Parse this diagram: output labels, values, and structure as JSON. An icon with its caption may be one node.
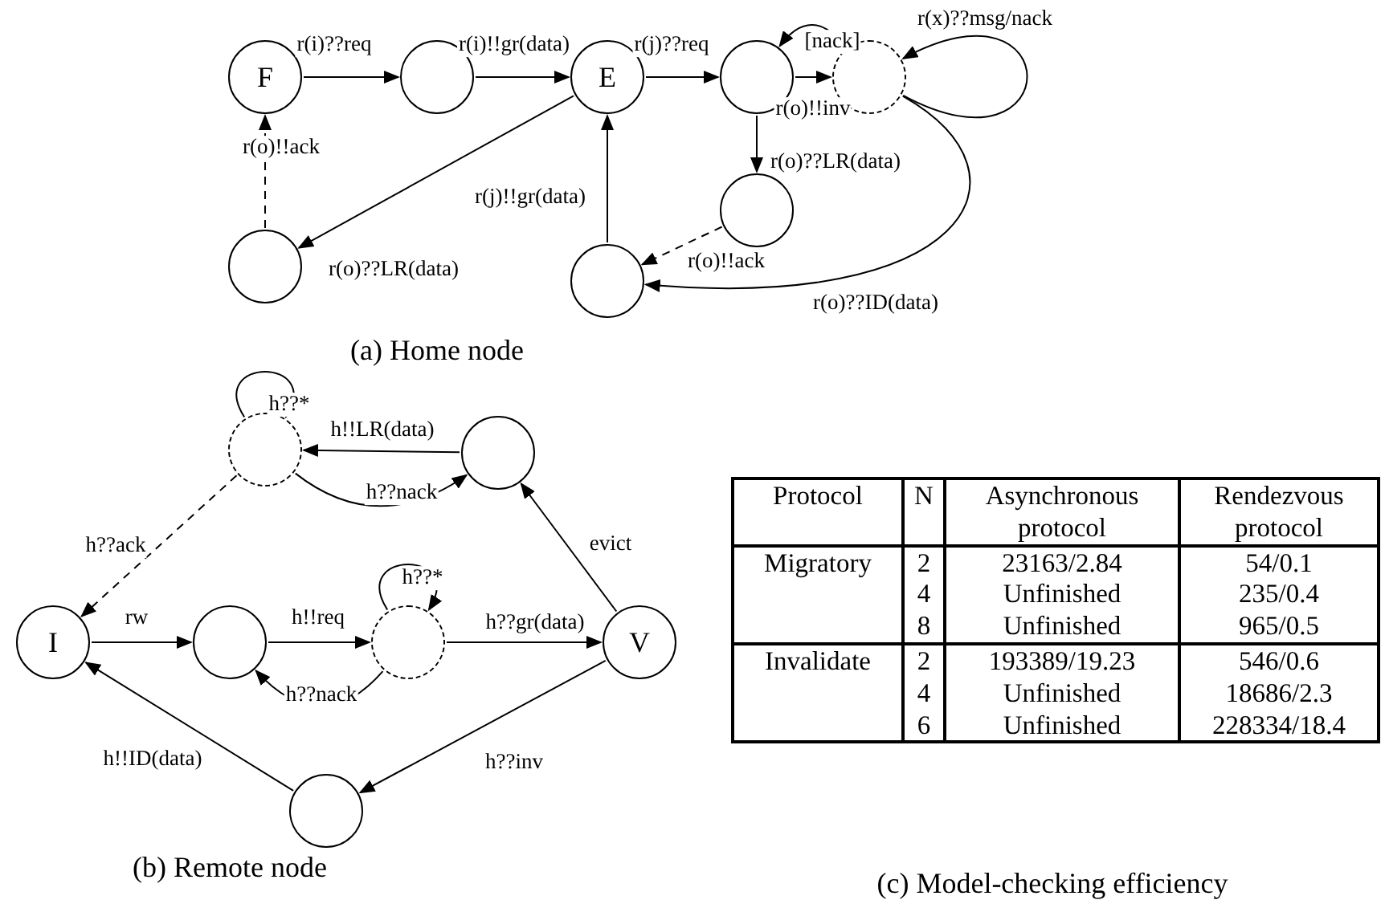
{
  "diagram": {
    "nodes": [
      {
        "text": [
          "F"
        ]
      },
      {
        "text": [],
        "shape": "circle"
      },
      {
        "text": [
          "E"
        ]
      },
      {
        "text": [],
        "shape": "circle"
      },
      {
        "text": [],
        "shape": "circle"
      },
      {
        "text": [],
        "shape": "circle"
      },
      {
        "text": [],
        "shape": "circle"
      },
      {
        "text": [],
        "shape": "circle",
        "beside": [
          "r(o)??LR(data)"
        ]
      },
      {
        "text": [],
        "shape": "circle"
      },
      {
        "text": [],
        "shape": "circle"
      },
      {
        "text": [
          "I"
        ]
      },
      {
        "text": [],
        "shape": "circle"
      },
      {
        "text": [],
        "shape": "circle"
      },
      {
        "text": [
          "V"
        ]
      },
      {
        "text": [],
        "shape": "circle"
      }
    ],
    "edges": [
      {
        "from": 0,
        "to": 1,
        "arrow": "to",
        "label": "r(i)??req"
      },
      {
        "from": 1,
        "to": 2,
        "arrow": "to",
        "label": "r(i)!!gr(data)"
      },
      {
        "from": 2,
        "to": 3,
        "arrow": "to",
        "label": "r(j)??req"
      },
      {
        "from": 3,
        "to": 4,
        "arrow": "to",
        "label": "r(o)!!inv"
      },
      {
        "from": 4,
        "to": 3,
        "arrow": "to",
        "label": "[nack]"
      },
      {
        "from": 4,
        "to": 4,
        "arrow": "to",
        "label": "r(x)??msg/nack"
      },
      {
        "from": 3,
        "to": 5,
        "arrow": "to",
        "label": "r(o)??LR(data)"
      },
      {
        "from": 5,
        "to": 6,
        "arrow": "to",
        "label": "r(o)!!ack",
        "style": "dashed"
      },
      {
        "from": 4,
        "to": 6,
        "arrow": "to",
        "label": "r(o)??ID(data)"
      },
      {
        "from": 6,
        "to": 2,
        "arrow": "to"
      },
      {
        "from": 2,
        "to": 7,
        "arrow": "to",
        "label": "r(j)!!gr(data)"
      },
      {
        "from": 7,
        "to": 0,
        "arrow": "to",
        "label": "r(o)!!ack",
        "style": "dashed"
      },
      {
        "from": 8,
        "to": 8,
        "arrow": "to",
        "label": "h??*"
      },
      {
        "from": 9,
        "to": 8,
        "arrow": "to",
        "label": "h!!LR(data)"
      },
      {
        "from": 8,
        "to": 9,
        "arrow": "to",
        "label": "h??nack"
      },
      {
        "from": 8,
        "to": 10,
        "arrow": "to",
        "label": "h??ack",
        "style": "dashed"
      },
      {
        "from": 10,
        "to": 11,
        "arrow": "to",
        "label": "rw"
      },
      {
        "from": 11,
        "to": 12,
        "arrow": "to",
        "label": "h!!req"
      },
      {
        "from": 12,
        "to": 12,
        "arrow": "to",
        "label": "h??*"
      },
      {
        "from": 12,
        "to": 13,
        "arrow": "to",
        "label": "h??gr(data)"
      },
      {
        "from": 12,
        "to": 11,
        "arrow": "to",
        "label": "h??nack"
      },
      {
        "from": 13,
        "to": 9,
        "arrow": "to",
        "label": "evict"
      },
      {
        "from": 13,
        "to": 14,
        "arrow": "to",
        "label": "h??inv"
      },
      {
        "from": 14,
        "to": 10,
        "arrow": "to",
        "label": "h!!ID(data)"
      }
    ],
    "labels": [
      "(a) Home node",
      "(b) Remote node",
      "(c) Model-checking efficiency",
      "Protocol",
      "N",
      "Asynchronous protocol",
      "Rendezvous protocol",
      "Migratory",
      "2",
      "23163/2.84",
      "54/0.1",
      "4",
      "Unfinished",
      "235/0.4",
      "8",
      "Unfinished",
      "965/0.5",
      "Invalidate",
      "2",
      "193389/19.23",
      "546/0.6",
      "4",
      "Unfinished",
      "18686/2.3",
      "6",
      "Unfinished",
      "228334/18.4"
    ]
  }
}
